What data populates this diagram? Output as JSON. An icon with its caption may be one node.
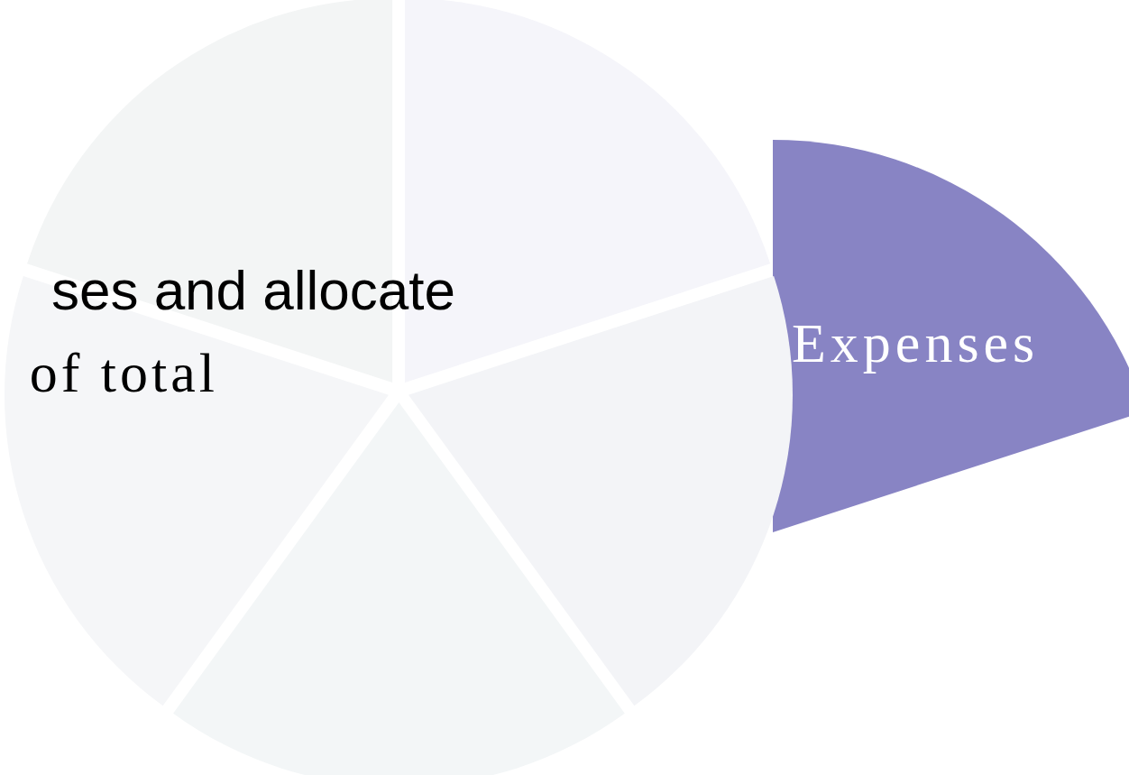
{
  "diagram": {
    "nodes": [
      {
        "text": [],
        "shape": "wedge"
      },
      {
        "text": [],
        "shape": "wedge"
      },
      {
        "text": [
          "Expenses"
        ]
      },
      {
        "text": [],
        "shape": "wedge"
      },
      {
        "text": [],
        "shape": "wedge"
      },
      {
        "text": [],
        "shape": "wedge"
      }
    ],
    "labels": [
      "ses and allocate",
      "of total"
    ]
  }
}
